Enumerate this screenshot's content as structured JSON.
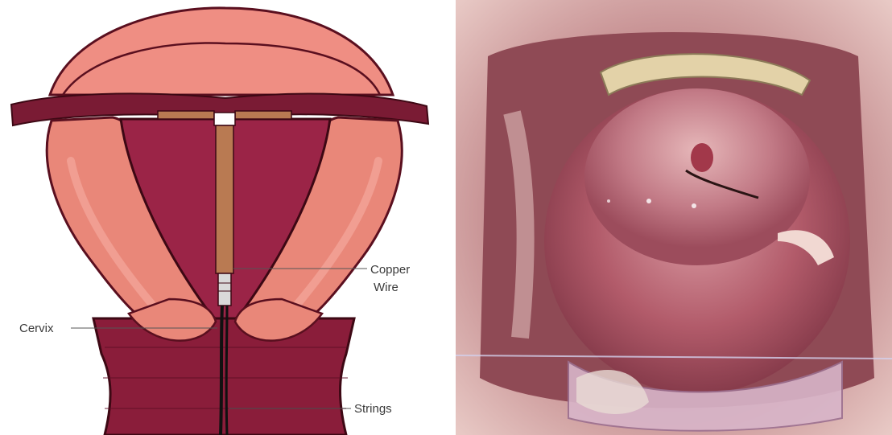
{
  "diagram": {
    "labels": {
      "copper_wire_line1": "Copper",
      "copper_wire_line2": "Wire",
      "cervix": "Cervix",
      "strings": "Strings"
    }
  },
  "colors": {
    "uterus_outer": "#e98779",
    "uterus_dark": "#8a1d3a",
    "uterus_cavity": "#9b2447",
    "fundus_pink": "#ef8e83",
    "iud_copper": "#b97a52",
    "strings": "#111111",
    "photo_tissue": "#b25b6a",
    "photo_frame": "#d7b2b1"
  }
}
